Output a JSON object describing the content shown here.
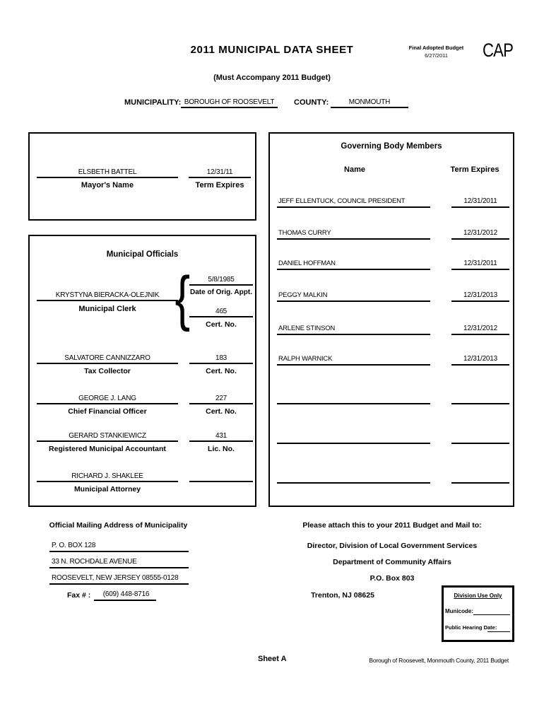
{
  "header": {
    "title": "2011 MUNICIPAL DATA SHEET",
    "subtitle": "(Must Accompany 2011 Budget)",
    "stamp_line1": "Final Adopted Budget",
    "stamp_line2": "6/27/2011",
    "cap": "CAP"
  },
  "muni_line": {
    "municipality_label": "MUNICIPALITY:",
    "municipality_value": "BOROUGH OF ROOSEVELT",
    "county_label": "COUNTY:",
    "county_value": "MONMOUTH"
  },
  "mayor_box": {
    "name_value": "ELSBETH BATTEL",
    "name_label": "Mayor's Name",
    "term_value": "12/31/11",
    "term_label": "Term Expires"
  },
  "officials_box": {
    "title": "Municipal Officials",
    "clerk": {
      "name": "KRYSTYNA BIERACKA-OLEJNIK",
      "title": "Municipal Clerk",
      "date_value": "5/8/1985",
      "date_label": "Date of Orig. Appt.",
      "cert_value": "465",
      "cert_label": "Cert. No.",
      "brace": "{"
    },
    "rows": [
      {
        "name": "SALVATORE CANNIZZARO",
        "title": "Tax Collector",
        "value": "183",
        "value_label": "Cert. No."
      },
      {
        "name": "GEORGE J. LANG",
        "title": "Chief Financial Officer",
        "value": "227",
        "value_label": "Cert. No."
      },
      {
        "name": "GERARD STANKIEWICZ",
        "title": "Registered Municipal Accountant",
        "value": "431",
        "value_label": "Lic. No."
      },
      {
        "name": "RICHARD J. SHAKLEE",
        "title": "Municipal Attorney",
        "value": "",
        "value_label": ""
      }
    ]
  },
  "governing_box": {
    "title": "Governing Body Members",
    "name_header": "Name",
    "term_header": "Term Expires",
    "members": [
      {
        "name": "JEFF ELLENTUCK, COUNCIL PRESIDENT",
        "term": "12/31/2011"
      },
      {
        "name": "THOMAS CURRY",
        "term": "12/31/2012"
      },
      {
        "name": "DANIEL HOFFMAN",
        "term": "12/31/2011"
      },
      {
        "name": "PEGGY MALKIN",
        "term": "12/31/2013"
      },
      {
        "name": "ARLENE STINSON",
        "term": "12/31/2012"
      },
      {
        "name": "RALPH WARNICK",
        "term": "12/31/2013"
      },
      {
        "name": "",
        "term": ""
      },
      {
        "name": "",
        "term": ""
      },
      {
        "name": "",
        "term": ""
      }
    ]
  },
  "mailing": {
    "title": "Official Mailing Address of Municipality",
    "line1": "P. O. BOX 128",
    "line2": "33 N. ROCHDALE AVENUE",
    "line3": "ROOSEVELT, NEW JERSEY 08555-0128",
    "fax_label": "Fax # :",
    "fax_value": "(609) 448-8716"
  },
  "mailto": {
    "title": "Please attach this to your 2011 Budget and Mail to:",
    "line1": "Director, Division of Local Government Services",
    "line2": "Department of Community Affairs",
    "line3": "P.O. Box 803",
    "line4": "Trenton, NJ  08625"
  },
  "division_box": {
    "title": "Division Use Only",
    "municode_label": "Municode:",
    "hearing_label": "Public Hearing Date:"
  },
  "footer": {
    "sheet": "Sheet A",
    "right": "Borough of Roosevelt, Monmouth County, 2011 Budget"
  },
  "colors": {
    "ink": "#000000",
    "paper": "#ffffff"
  }
}
